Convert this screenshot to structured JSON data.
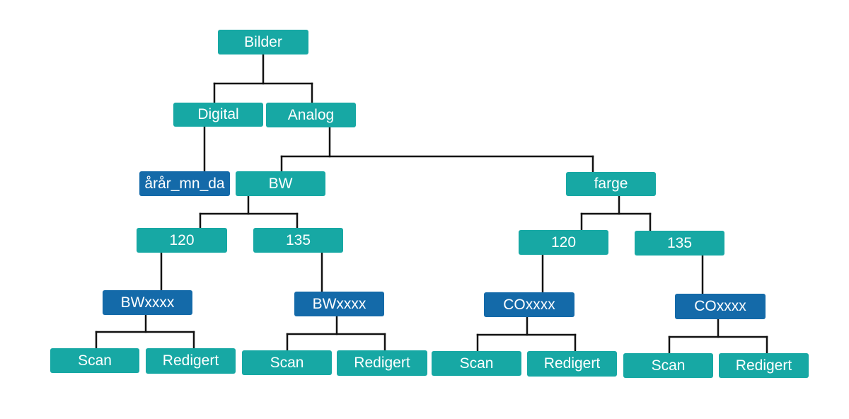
{
  "colors": {
    "teal": "#17a8a4",
    "blue": "#146aa9",
    "line": "#111111"
  },
  "nodes": {
    "root": "Bilder",
    "digital": "Digital",
    "analog": "Analog",
    "digital_folder": "årår_mn_da",
    "bw": "BW",
    "farge": "farge",
    "bw_120": "120",
    "bw_135": "135",
    "farge_120": "120",
    "farge_135": "135",
    "bw_120_folder": "BWxxxx",
    "bw_135_folder": "BWxxxx",
    "farge_120_folder": "COxxxx",
    "farge_135_folder": "COxxxx",
    "bw_120_scan": "Scan",
    "bw_120_redigert": "Redigert",
    "bw_135_scan": "Scan",
    "bw_135_redigert": "Redigert",
    "farge_120_scan": "Scan",
    "farge_120_redigert": "Redigert",
    "farge_135_scan": "Scan",
    "farge_135_redigert": "Redigert"
  }
}
